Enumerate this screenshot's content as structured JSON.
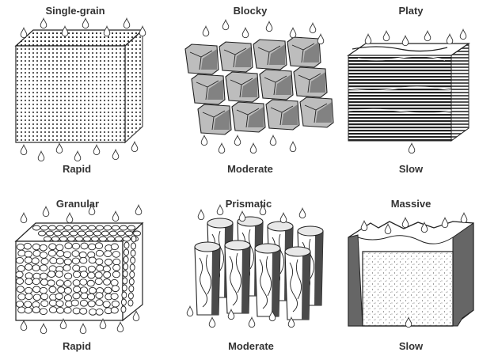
{
  "panels": [
    {
      "type": "Single-grain",
      "rate": "Rapid"
    },
    {
      "type": "Blocky",
      "rate": "Moderate"
    },
    {
      "type": "Platy",
      "rate": "Slow"
    },
    {
      "type": "Granular",
      "rate": "Rapid"
    },
    {
      "type": "Prismatic",
      "rate": "Moderate"
    },
    {
      "type": "Massive",
      "rate": "Slow"
    }
  ],
  "colors": {
    "ink": "#222222",
    "label": "#333333",
    "background": "#ffffff"
  }
}
